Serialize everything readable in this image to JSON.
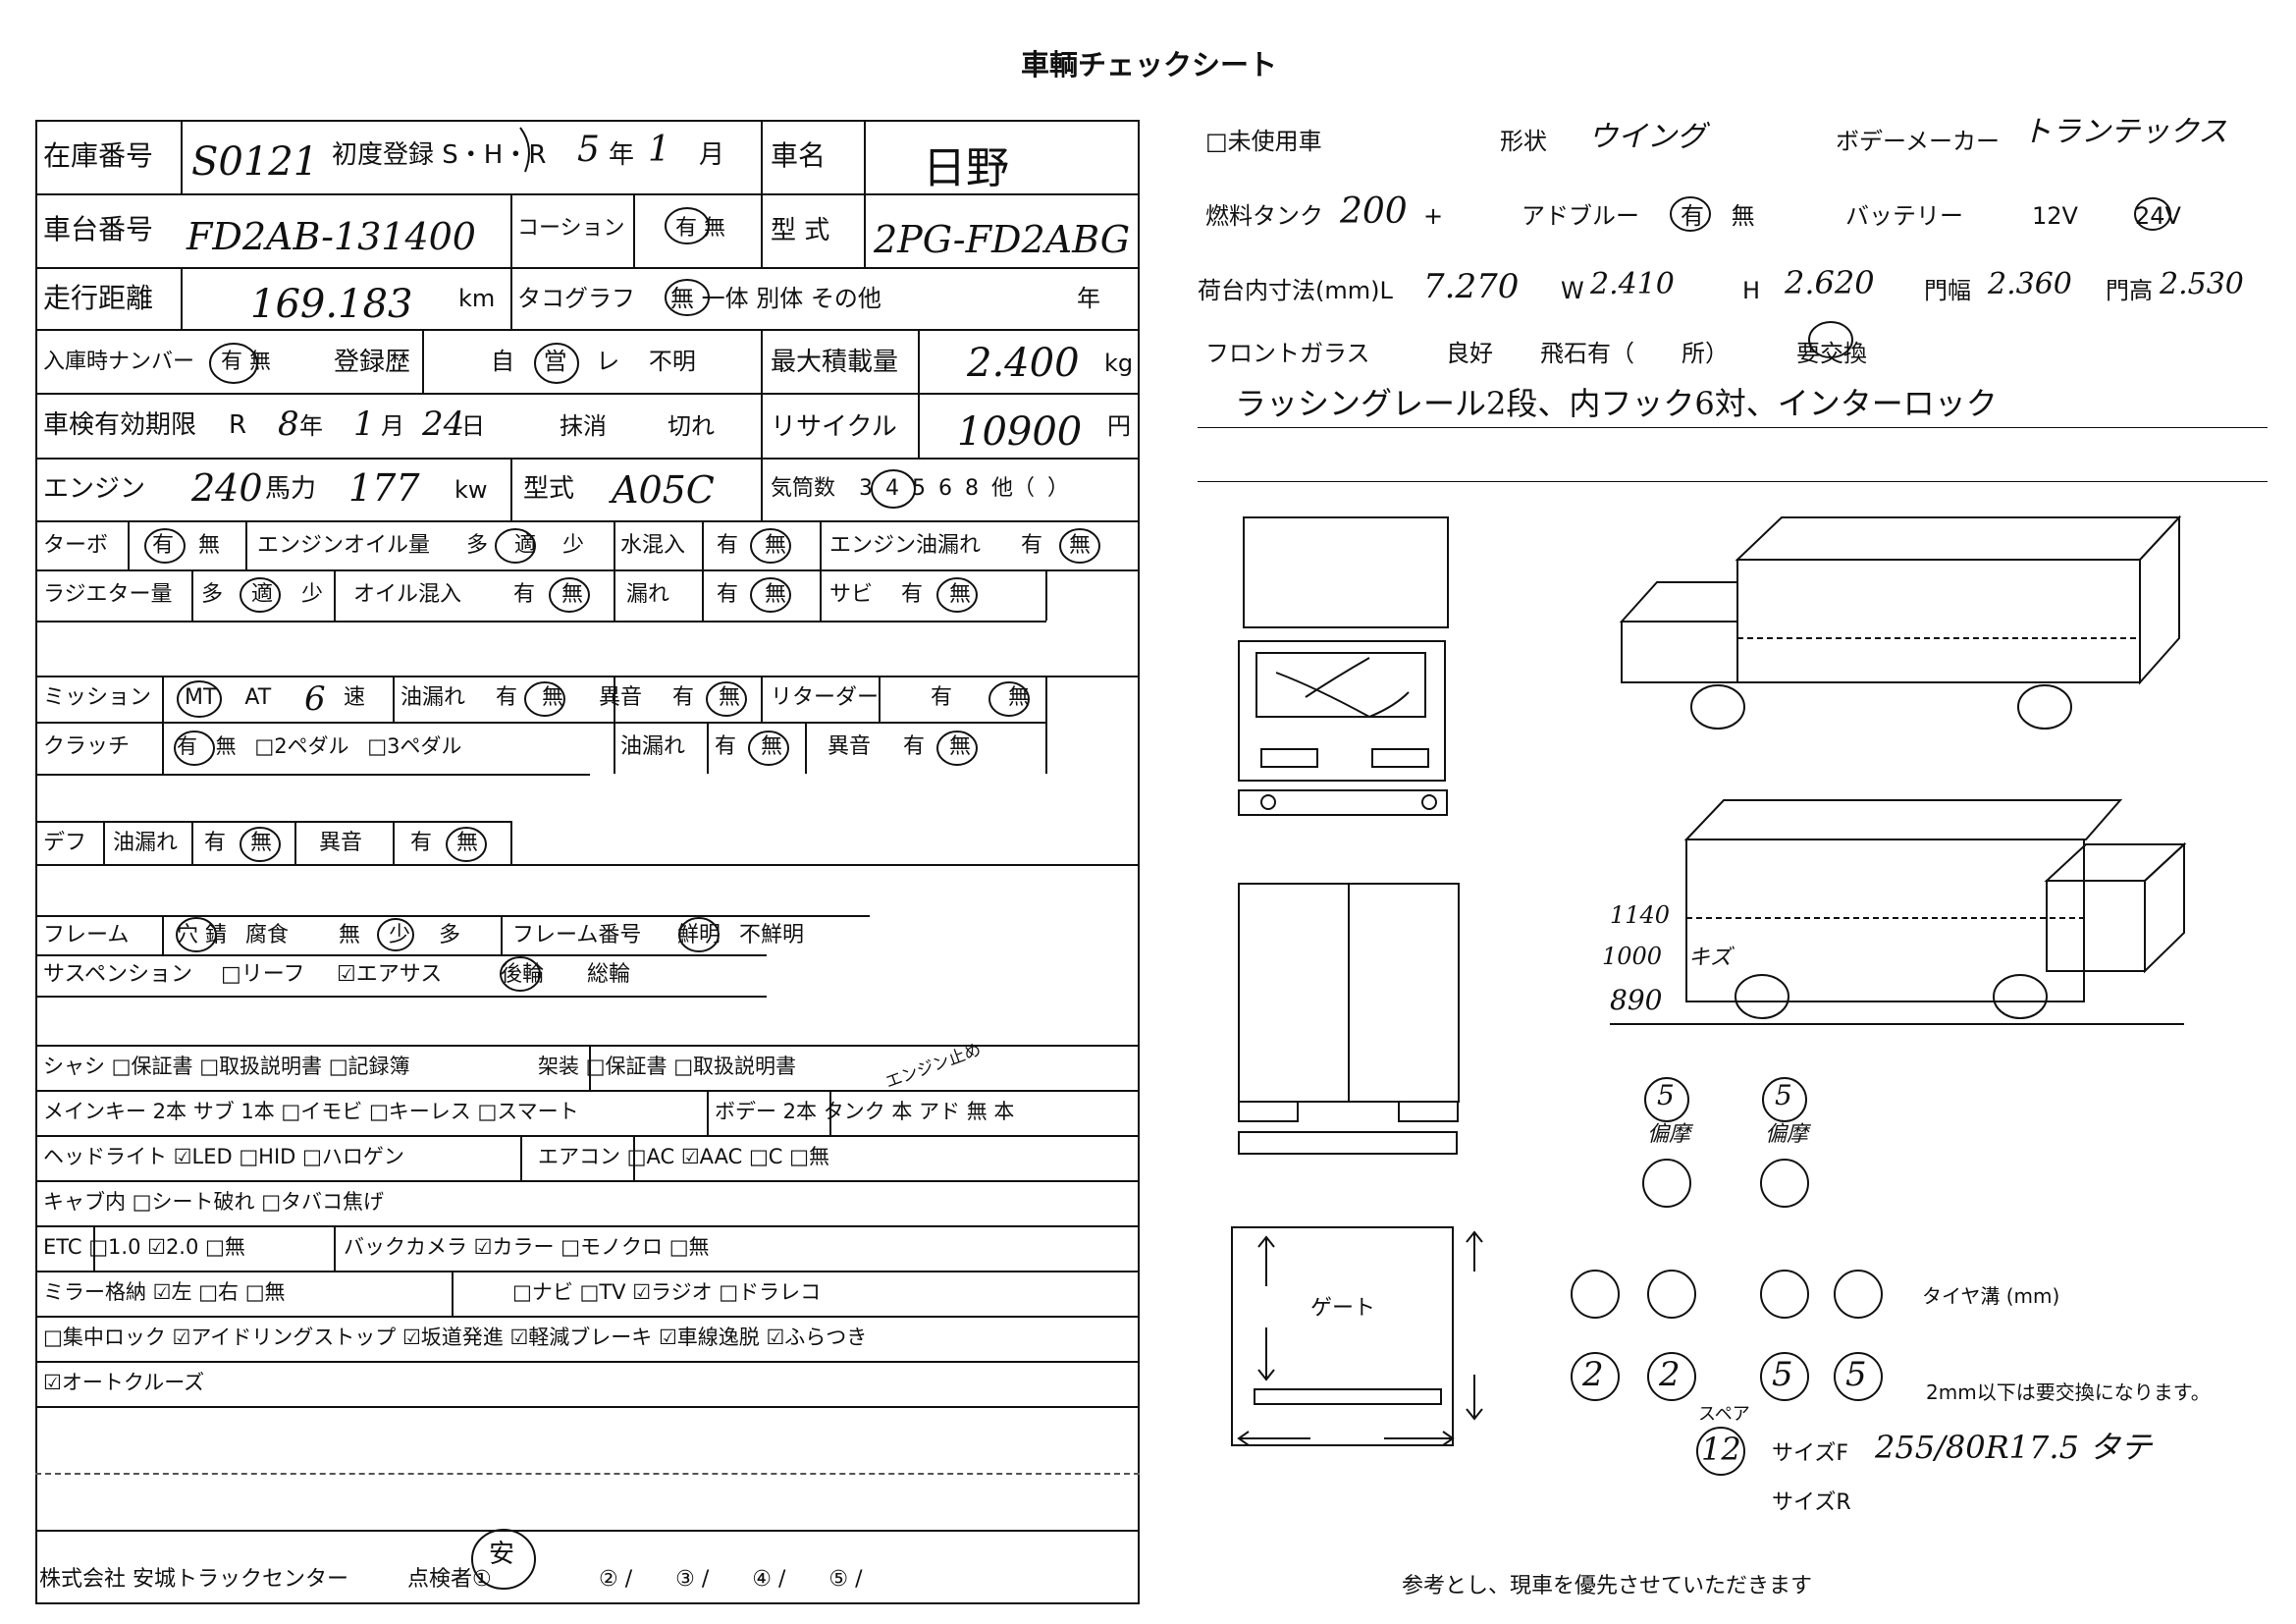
{
  "title": "車輌チェックシート",
  "left_rows": {
    "r1": {
      "stock_label": "在庫番号",
      "stock_value": "S0121",
      "first_reg": "初度登録 S・H・R",
      "first_reg_year": "5",
      "nen": "年",
      "first_reg_month": "1",
      "tsuki": "月",
      "name_label": "車名",
      "name_value": "日野"
    },
    "r2": {
      "chassis_label": "車台番号",
      "chassis_value": "FD2AB-131400",
      "coach_label": "コーション",
      "umu": "有 無",
      "model_label": "型 式",
      "model_value": "2PG-FD2ABG"
    },
    "r3": {
      "km_label": "走行距離",
      "km_value": "169.183",
      "km_unit": "km",
      "taco_label": "タコグラフ",
      "taco_opts": "無 一体 別体 その他",
      "nen": "年"
    },
    "r4": {
      "plate_label": "入庫時ナンバー",
      "plate_opts": "有 無",
      "reg_label": "登録歴",
      "reg_opts": "自 営 レ 不明",
      "maxload_label": "最大積載量",
      "maxload_value": "2.400",
      "maxload_unit": "kg"
    },
    "r5": {
      "inspection_label": "車検有効期限",
      "inspection_r": "R",
      "inspection_year": "8",
      "nen": "年",
      "inspection_month": "1",
      "tsuki": "月",
      "inspection_day": "24",
      "nichi": "日",
      "massho": "抹消",
      "kire": "切れ",
      "recycle_label": "リサイクル",
      "recycle_value": "10900",
      "yen": "円"
    },
    "r6": {
      "engine_label": "エンジン",
      "engine_value": "240",
      "hp_label": "馬力",
      "kw_value": "177",
      "kw_unit": "kw",
      "type_label": "型式",
      "type_value": "A05C",
      "cyl_label": "気筒数",
      "cyl_opts": "3 4 5 6 8 他（ ）"
    }
  },
  "check_rows": [
    [
      "ターボ",
      "有 無",
      "エンジンオイル量",
      "多 適 少",
      "水混入",
      "有 無",
      "エンジン油漏れ",
      "有 無"
    ],
    [
      "ラジエター量",
      "多 適 少",
      "オイル混入",
      "有 無",
      "漏れ",
      "有 無",
      "サビ",
      "有 無"
    ],
    [
      "ミッション",
      "MT AT",
      "6",
      "速",
      "油漏れ",
      "有 無",
      "異音",
      "有 無",
      "リターダー",
      "有 無"
    ],
    [
      "クラッチ",
      "有 無 □2ペダル □3ペダル",
      "油漏れ",
      "有 無",
      "異音",
      "有 無"
    ],
    [
      "デフ",
      "油漏れ",
      "有 無",
      "異音",
      "有 無"
    ],
    [
      "フレーム",
      "穴 錆",
      "腐食",
      "無 少 多",
      "フレーム番号",
      "鮮明 不鮮明"
    ],
    [
      "サスペンション",
      "□リーフ",
      "☑エアサス",
      "後輪",
      "総輪"
    ]
  ],
  "options_rows": [
    "シャシ □保証書 □取扱説明書 □記録簿",
    "架装 □保証書 □取扱説明書",
    "メインキー 2本 サブ 1本 □イモビ □キーレス □スマート",
    "ボデー 2本 タンク 本 アド 無 本",
    "エンジン止め",
    "ヘッドライト ☑LED □HID □ハロゲン",
    "エアコン □AC ☑AAC □C □無",
    "キャブ内 □シート破れ □タバコ焦げ",
    "ETC □1.0 ☑2.0 □無",
    "バックカメラ ☑カラー □モノクロ □無",
    "ミラー格納 ☑左 □右 □無",
    "□ナビ □TV ☑ラジオ □ドラレコ",
    "□集中ロック ☑アイドリングストップ ☑坂道発進 ☑軽減ブレーキ ☑車線逸脱 ☑ふらつき",
    "☑オートクルーズ"
  ],
  "footer": {
    "company": "株式会社 安城トラックセンター",
    "inspector_label": "点検者①",
    "slots": "② /　　③ /　　④ /　　⑤ /",
    "stamp": "安"
  },
  "right": {
    "unused": "□未使用車",
    "shape_label": "形状",
    "shape_value": "ウイング",
    "body_maker_label": "ボデーメーカー",
    "body_maker_value": "トランテックス",
    "fuel_label": "燃料タンク",
    "fuel_value": "200",
    "plus": "+",
    "adblue_label": "アドブルー",
    "adblue_opts": "有 無",
    "battery_label": "バッテリー",
    "battery_12": "12V",
    "battery_24": "24V",
    "dims_label": "荷台内寸法(mm)L",
    "dims_l": "7.270",
    "dims_w_label": "W",
    "dims_w": "2.410",
    "dims_h_label": "H",
    "dims_h": "2.620",
    "door_w_label": "門幅",
    "door_w": "2.360",
    "door_h_label": "門高",
    "door_h": "2.530",
    "glass_label": "フロントガラス",
    "glass_opts": "良好　　飛石有（　　所）",
    "glass_replace": "要交換",
    "notes": "ラッシングレール2段、内フック6対、インターロック",
    "side_heights": [
      "1140",
      "1000",
      "890"
    ],
    "side_note": "キズ",
    "gate_label": "ゲート",
    "tire_tag_a": "5",
    "tire_tag_b": "5",
    "tire_tag_text_a": "偏摩",
    "tire_tag_text_b": "偏摩",
    "tread_label": "タイヤ溝 (mm)",
    "tread_values": [
      "2",
      "2",
      "5",
      "5"
    ],
    "tread_note": "2mm以下は要交換になります。",
    "spare_label": "スペア",
    "spare_value": "12",
    "size_f_label": "サイズF",
    "size_f_value": "255/80R17.5 タテ",
    "size_r_label": "サイズR",
    "disclaimer": "参考とし、現車を優先させていただきます"
  }
}
